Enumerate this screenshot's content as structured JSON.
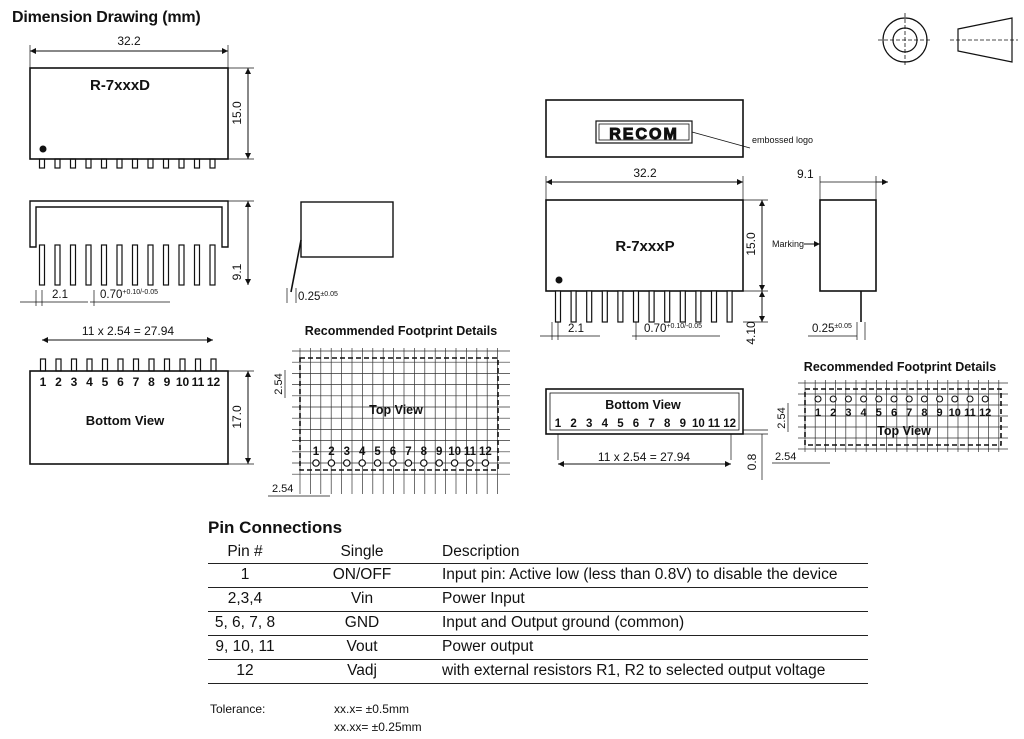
{
  "title": "Dimension Drawing (mm)",
  "d_model": {
    "name": "R-7xxxD",
    "dim_length": "32.2",
    "dim_height": "15.0",
    "dim_side": "9.1",
    "dim_pin_spacing": "2.1",
    "dim_pin_main": "0.70",
    "dim_pin_tol": "+0.10/-0.05",
    "dim_pin_width_main": "0.25",
    "dim_pin_width_tol": "±0.05",
    "dim_pins_span": "11 x 2.54 = 27.94",
    "dim_bottom_height": "17.0",
    "bottom_view": "Bottom View",
    "pins": [
      "1",
      "2",
      "3",
      "4",
      "5",
      "6",
      "7",
      "8",
      "9",
      "10",
      "11",
      "12"
    ],
    "footprint_title": "Recommended Footprint Details",
    "top_view": "Top View",
    "fp_dim_v": "2.54",
    "fp_dim_h": "2.54"
  },
  "p_model": {
    "embossed_logo": "embossed logo",
    "logo_text": "RECOM",
    "name": "R-7xxxP",
    "dim_length": "32.2",
    "dim_height": "15.0",
    "dim_depth": "9.1",
    "marking": "Marking",
    "dim_pin_spacing": "2.1",
    "dim_pin_main": "0.70",
    "dim_pin_tol": "+0.10/-0.05",
    "dim_pin_len": "4.10",
    "dim_pin_width_main": "0.25",
    "dim_pin_width_tol": "±0.05",
    "bottom_view": "Bottom View",
    "pins": [
      "1",
      "2",
      "3",
      "4",
      "5",
      "6",
      "7",
      "8",
      "9",
      "10",
      "11",
      "12"
    ],
    "dim_pins_span": "11 x 2.54 = 27.94",
    "dim_bottom": "0.8",
    "footprint_title": "Recommended Footprint Details",
    "top_view": "Top View",
    "fp_dim_v": "2.54",
    "fp_dim_h": "2.54"
  },
  "pin_connections": {
    "title": "Pin Connections",
    "headers": [
      "Pin #",
      "Single",
      "Description"
    ],
    "rows": [
      [
        "1",
        "ON/OFF",
        "Input pin: Active low (less than 0.8V) to disable the device"
      ],
      [
        "2,3,4",
        "Vin",
        "Power Input"
      ],
      [
        "5, 6, 7, 8",
        "GND",
        "Input and Output ground (common)"
      ],
      [
        "9, 10, 11",
        "Vout",
        "Power output"
      ],
      [
        "12",
        "Vadj",
        "with external resistors R1, R2 to selected output voltage"
      ]
    ]
  },
  "tolerance": {
    "label": "Tolerance:",
    "line1": "xx.x= ±0.5mm",
    "line2": "xx.xx= ±0.25mm"
  }
}
